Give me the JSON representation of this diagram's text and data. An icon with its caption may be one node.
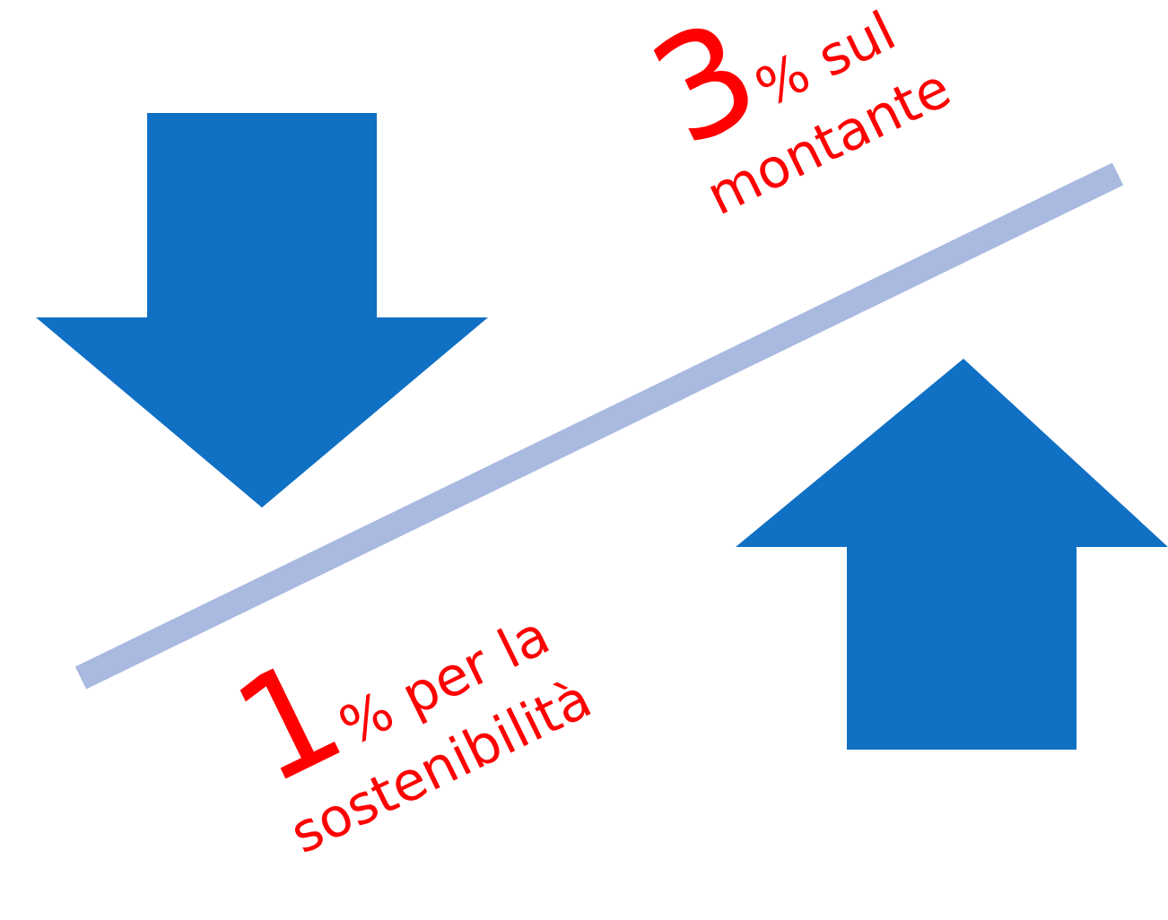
{
  "diagram": {
    "labels": [
      "3",
      "% sul montante",
      "1",
      "% per la sostenibilità"
    ]
  }
}
